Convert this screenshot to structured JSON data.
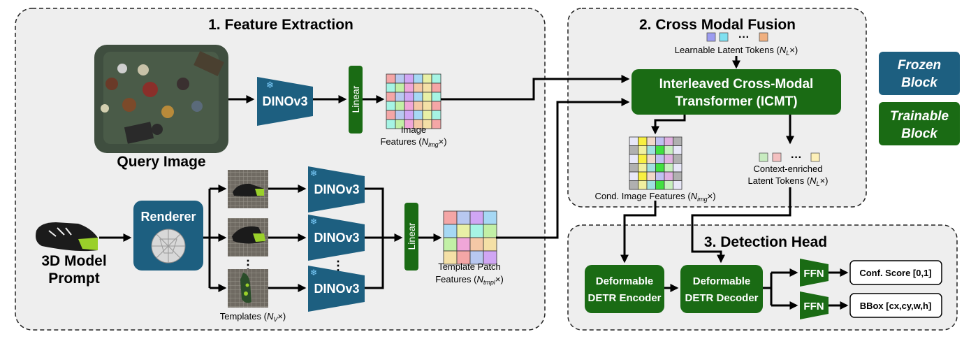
{
  "sections": {
    "feature_extraction": "1. Feature Extraction",
    "cross_modal_fusion": "2. Cross Modal Fusion",
    "detection_head": "3. Detection Head"
  },
  "query_image": {
    "label": "Query Image"
  },
  "model_prompt": {
    "line1": "3D Model",
    "line2": "Prompt"
  },
  "renderer": {
    "label": "Renderer"
  },
  "dino_label": "DINOv3",
  "linear_label": "Linear",
  "ellipsis": "⋮",
  "image_features": {
    "line1": "Image",
    "line2": "Features (",
    "sym": "N",
    "sub": "img",
    "suffix": "×)"
  },
  "template_features": {
    "line1": "Template Patch",
    "line2": "Features (",
    "sym": "N",
    "sub": "tmpl",
    "suffix": "×)"
  },
  "templates": {
    "label": "Templates (",
    "sym": "N",
    "sub": "V",
    "suffix": "×)"
  },
  "learnable_tokens": {
    "label": "Learnable Latent Tokens (",
    "sym": "N",
    "sub": "L",
    "suffix": "×)",
    "dots": "···"
  },
  "icmt": {
    "line1": "Interleaved Cross-Modal",
    "line2": "Transformer (ICMT)"
  },
  "cond_features": {
    "label": "Cond. Image Features (",
    "sym": "N",
    "sub": "img",
    "suffix": "×)"
  },
  "context_tokens": {
    "line1": "Context-enriched",
    "line2": "Latent Tokens (",
    "sym": "N",
    "sub": "L",
    "suffix": "×)",
    "dots": "···"
  },
  "detr_encoder": {
    "line1": "Deformable",
    "line2": "DETR Encoder"
  },
  "detr_decoder": {
    "line1": "Deformable",
    "line2": "DETR Decoder"
  },
  "ffn_label": "FFN",
  "outputs": {
    "score": "Conf. Score  [0,1]",
    "bbox": "BBox [cx,cy,w,h]"
  },
  "legend": {
    "frozen_1": "Frozen",
    "frozen_2": "Block",
    "trainable_1": "Trainable",
    "trainable_2": "Block"
  },
  "colors": {
    "frozen": "#1d5f80",
    "trainable": "#1a6b14",
    "panel": "#eeeeee",
    "arrow": "#000000",
    "snowflake": "#7fd0ff"
  }
}
